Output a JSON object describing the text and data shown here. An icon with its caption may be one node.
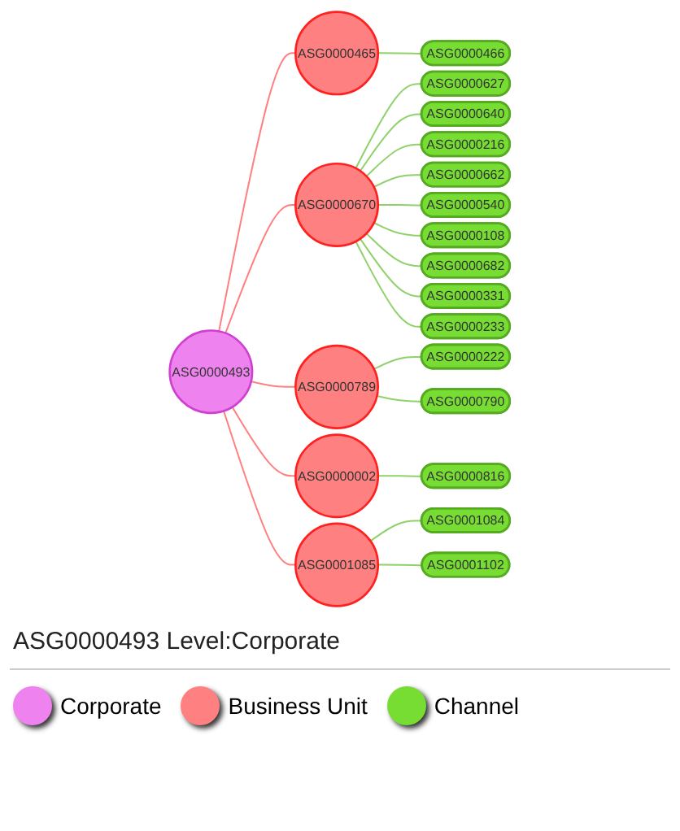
{
  "diagram": {
    "nodes": [
      {
        "text": [
          "ASG0000493"
        ]
      },
      {
        "text": [
          "ASG0000465"
        ]
      },
      {
        "text": [
          "ASG0000670"
        ]
      },
      {
        "text": [
          "ASG0000789"
        ]
      },
      {
        "text": [
          "ASG0000002"
        ]
      },
      {
        "text": [
          "ASG0001085"
        ]
      },
      {
        "text": [
          "ASG0000466"
        ]
      },
      {
        "text": [
          "ASG0000627"
        ]
      },
      {
        "text": [
          "ASG0000640"
        ]
      },
      {
        "text": [
          "ASG0000216"
        ]
      },
      {
        "text": [
          "ASG0000662"
        ]
      },
      {
        "text": [
          "ASG0000540"
        ]
      },
      {
        "text": [
          "ASG0000108"
        ]
      },
      {
        "text": [
          "ASG0000682"
        ]
      },
      {
        "text": [
          "ASG0000331"
        ]
      },
      {
        "text": [
          "ASG0000233"
        ]
      },
      {
        "text": [
          "ASG0000222"
        ]
      },
      {
        "text": [
          "ASG0000790"
        ]
      },
      {
        "text": [
          "ASG0000816"
        ]
      },
      {
        "text": [
          "ASG0001084"
        ]
      },
      {
        "text": [
          "ASG0001102"
        ]
      }
    ],
    "edges": [
      {
        "from": 0,
        "to": 1,
        "arrow": "none",
        "color": "#ff8080"
      },
      {
        "from": 0,
        "to": 2,
        "arrow": "none",
        "color": "#ff8080"
      },
      {
        "from": 0,
        "to": 3,
        "arrow": "none",
        "color": "#ff8080"
      },
      {
        "from": 0,
        "to": 4,
        "arrow": "none",
        "color": "#ff8080"
      },
      {
        "from": 0,
        "to": 5,
        "arrow": "none",
        "color": "#ff8080"
      },
      {
        "from": 1,
        "to": 6,
        "arrow": "none"
      },
      {
        "from": 2,
        "to": 7,
        "arrow": "none"
      },
      {
        "from": 2,
        "to": 8,
        "arrow": "none"
      },
      {
        "from": 2,
        "to": 9,
        "arrow": "none"
      },
      {
        "from": 2,
        "to": 10,
        "arrow": "none"
      },
      {
        "from": 2,
        "to": 11,
        "arrow": "none"
      },
      {
        "from": 2,
        "to": 12,
        "arrow": "none"
      },
      {
        "from": 2,
        "to": 13,
        "arrow": "none"
      },
      {
        "from": 2,
        "to": 14,
        "arrow": "none"
      },
      {
        "from": 2,
        "to": 15,
        "arrow": "none"
      },
      {
        "from": 3,
        "to": 16,
        "arrow": "none"
      },
      {
        "from": 3,
        "to": 17,
        "arrow": "none"
      },
      {
        "from": 4,
        "to": 18,
        "arrow": "none"
      },
      {
        "from": 5,
        "to": 19,
        "arrow": "none"
      },
      {
        "from": 5,
        "to": 20,
        "arrow": "none"
      }
    ],
    "labels": [
      "ASG0000493 Level:Corporate"
    ],
    "legend": [
      {
        "text": "Corporate",
        "color": "#ee82ee"
      },
      {
        "text": "Business Unit",
        "color": "#ff8080"
      },
      {
        "text": "Channel",
        "color": "#77dd33"
      }
    ]
  }
}
